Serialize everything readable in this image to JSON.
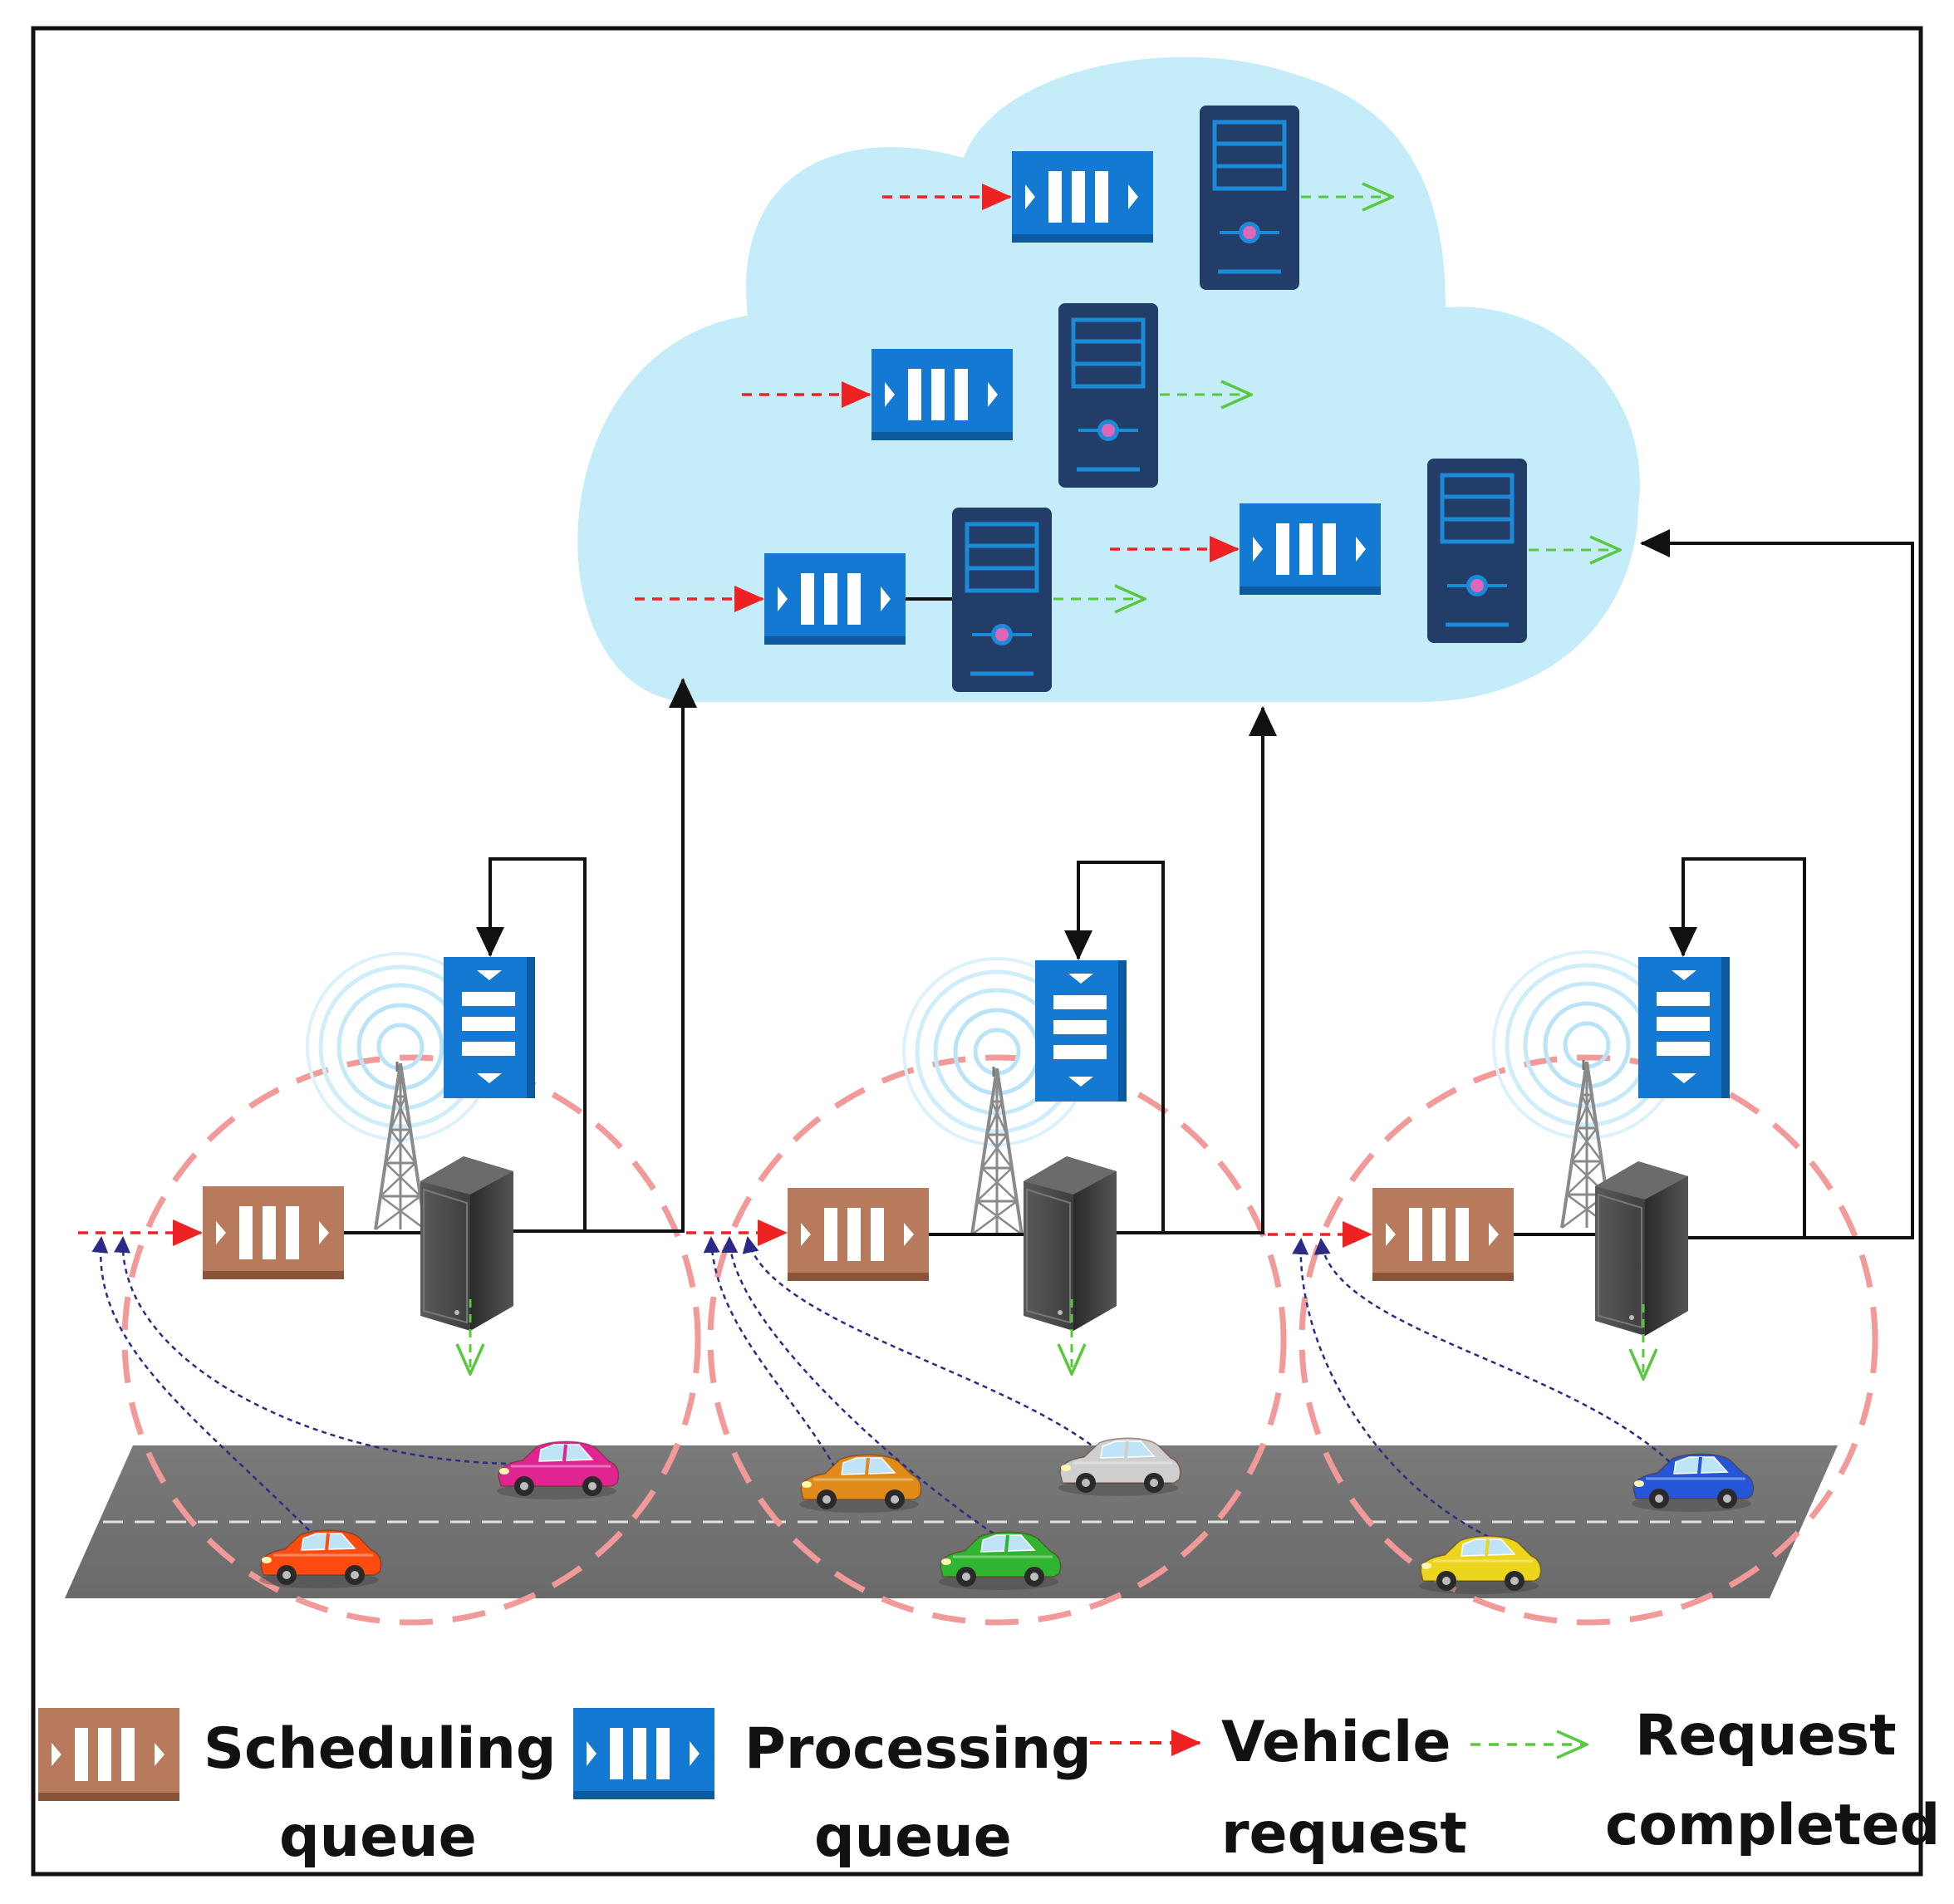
{
  "colors": {
    "cloud": "#c4ecf9",
    "processing_queue": "#1479d2",
    "scheduling_queue": "#b87a5c",
    "cloud_server": "#223d67",
    "edge_server": "#4a4a4a",
    "vehicle_request_arrow": "#ee2222",
    "request_completed_arrow": "#58c83e",
    "coverage_circle": "#f29a9a",
    "road": "#737373",
    "offload_link": "#111111",
    "vehicle_signal_link": "#2c2a86"
  },
  "icons": {
    "cloud": "cloud-icon",
    "cloud_server": "server-tower-icon",
    "edge_server": "server-rack-icon",
    "tower": "cell-tower-icon",
    "queue": "queue-icon",
    "vehicle": "car-icon"
  },
  "vehicles": [
    {
      "color": "#ff4a10"
    },
    {
      "color": "#e02491"
    },
    {
      "color": "#e08a1a"
    },
    {
      "color": "#2fb52f"
    },
    {
      "color": "#cfcfcf"
    },
    {
      "color": "#ecd51d"
    },
    {
      "color": "#2656d8"
    }
  ],
  "legend": {
    "scheduling_line1": "Scheduling",
    "scheduling_line2": "queue",
    "processing_line1": "Processing",
    "processing_line2": "queue",
    "vehicle_line1": "Vehicle",
    "vehicle_line2": "request",
    "completed_line1": "Request",
    "completed_line2": "completed"
  }
}
